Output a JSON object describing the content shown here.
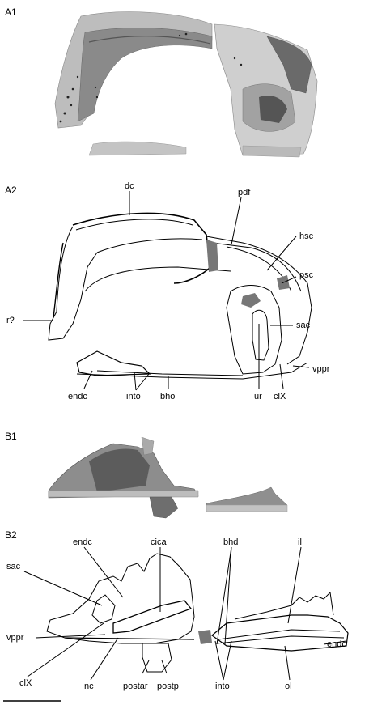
{
  "panels": {
    "a1": "A1",
    "a2": "A2",
    "b1": "B1",
    "b2": "B2"
  },
  "a2_labels": {
    "dc": "dc",
    "pdf": "pdf",
    "hsc": "hsc",
    "psc": "psc",
    "r": "r?",
    "sac": "sac",
    "vppr": "vppr",
    "endc": "endc",
    "into": "into",
    "bho": "bho",
    "ur": "ur",
    "clx": "clX"
  },
  "b2_labels": {
    "endc_top": "endc",
    "cica": "cica",
    "bhd": "bhd",
    "il": "il",
    "sac": "sac",
    "vppr": "vppr",
    "endc_right": "endc",
    "clx": "clX",
    "nc": "nc",
    "postar": "postar",
    "postp": "postp",
    "into": "into",
    "ol": "ol"
  },
  "colors": {
    "line": "#000000",
    "grey_fill": "#777777",
    "light_fill": "#cfcfcf",
    "mid_fill": "#a8a8a8",
    "dark_fill": "#5a5a5a"
  }
}
